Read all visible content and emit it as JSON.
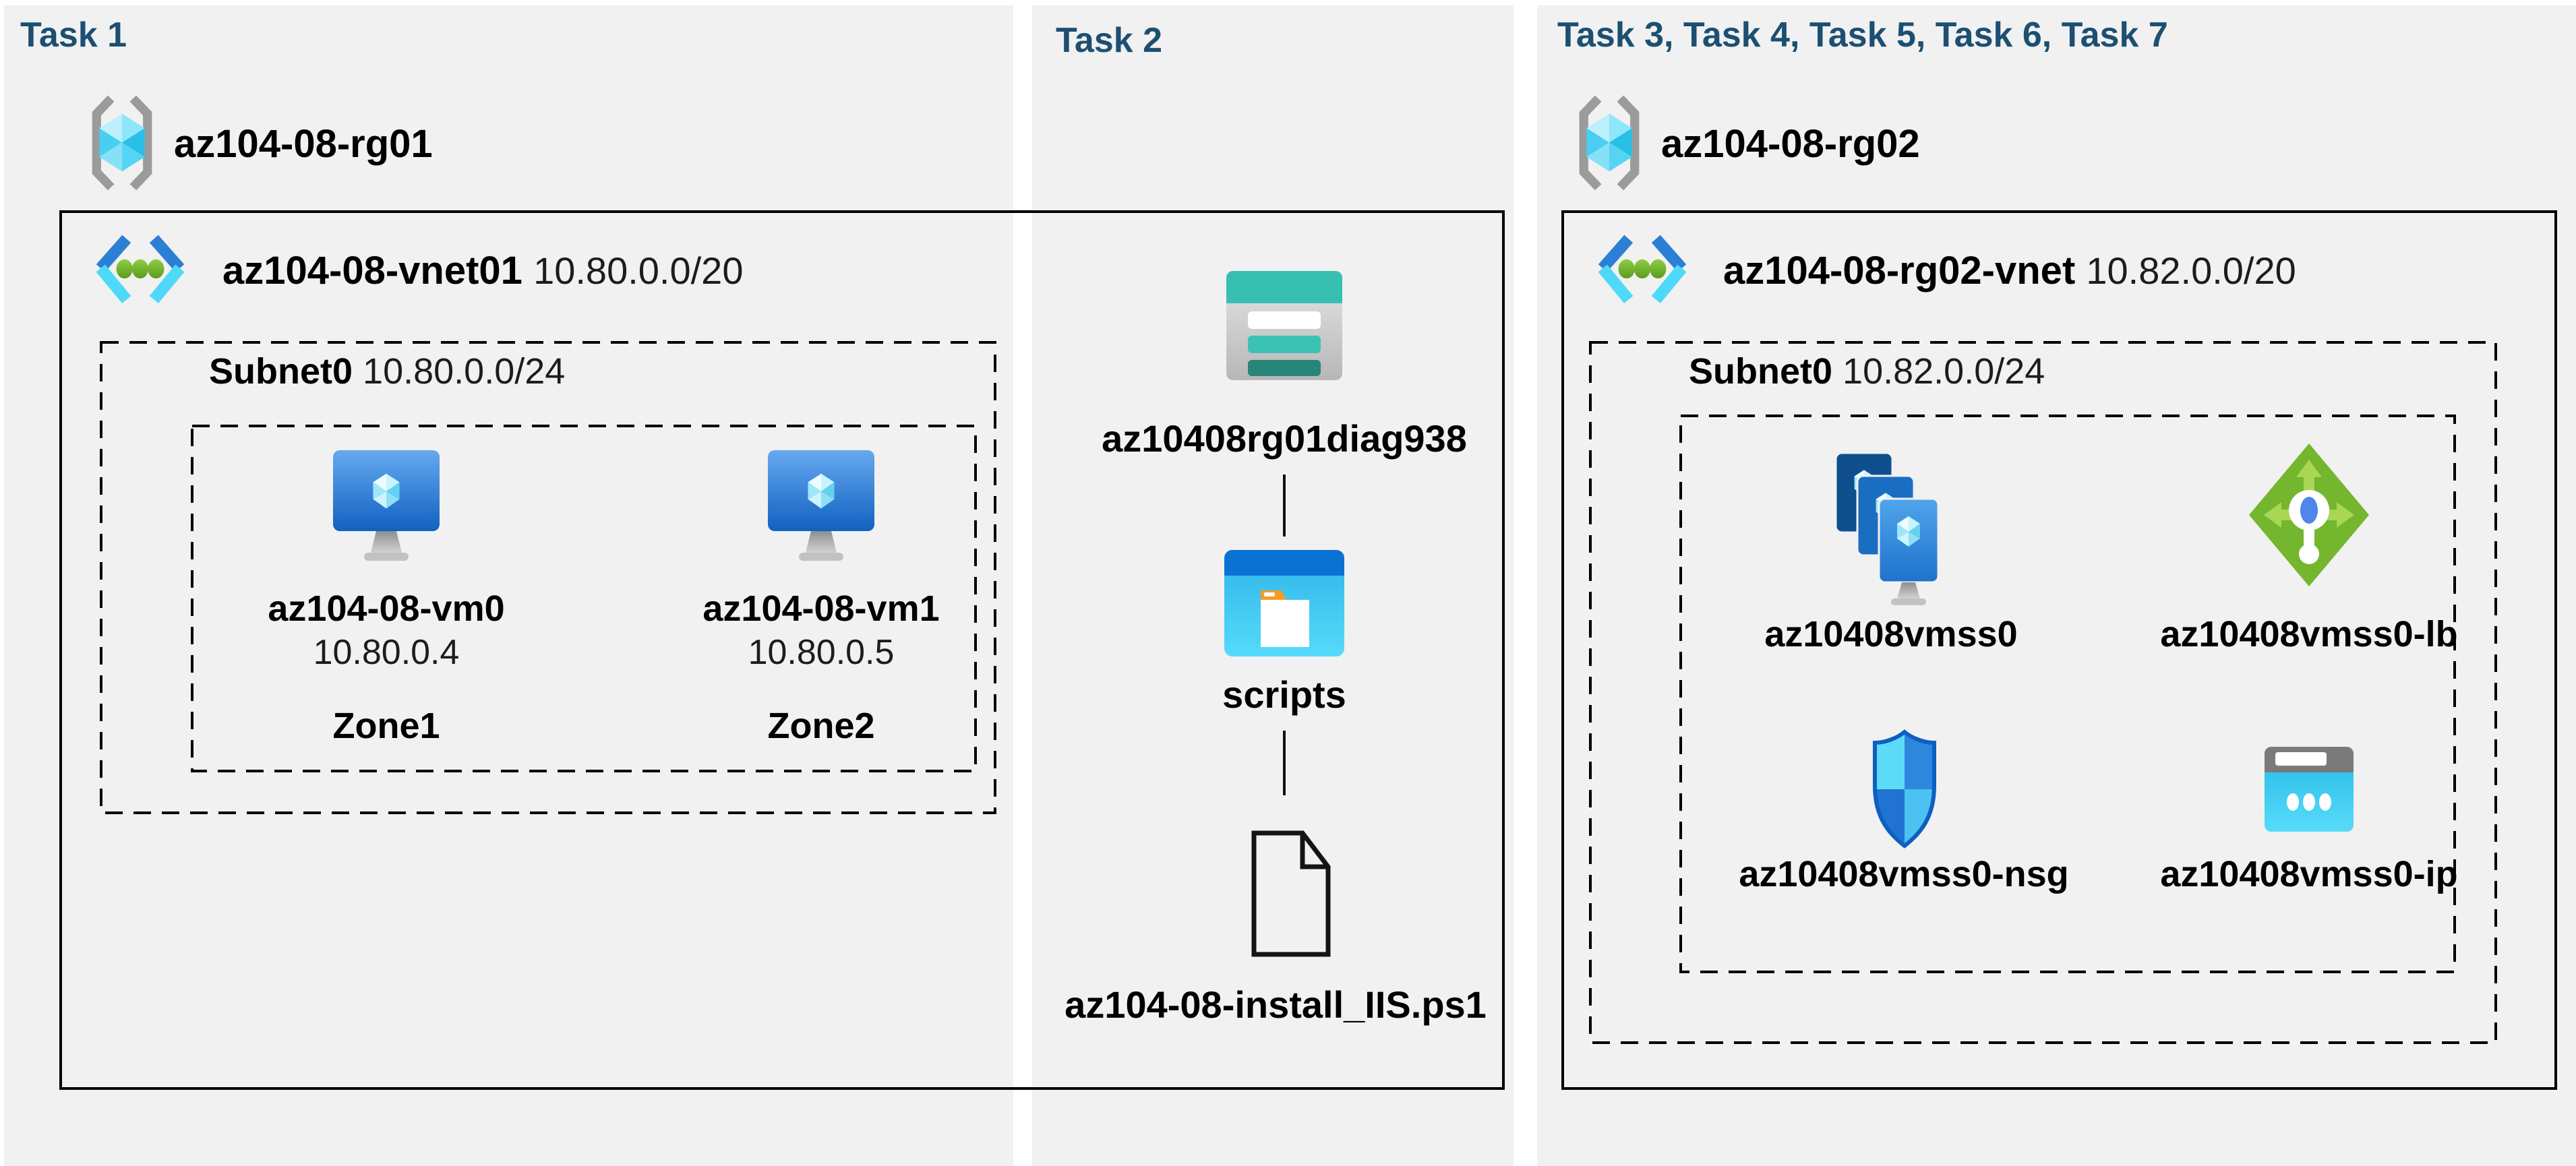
{
  "colors": {
    "page_background": "#ffffff",
    "panel_background": "#f1f1f1",
    "task_title": "#1c4f72",
    "diagram_line": "#000000",
    "vnet_blue": "#2b7fd4",
    "vnet_cyan": "#4fd9f8",
    "green": "#74b62e",
    "teal": "#37c0b1"
  },
  "task1": {
    "title": "Task 1",
    "resource_group": "az104-08-rg01",
    "vnet_name": "az104-08-vnet01",
    "vnet_cidr": "10.80.0.0/20",
    "subnet_name": "Subnet0",
    "subnet_cidr": "10.80.0.0/24",
    "vms": [
      {
        "name": "az104-08-vm0",
        "ip": "10.80.0.4",
        "zone": "Zone1"
      },
      {
        "name": "az104-08-vm1",
        "ip": "10.80.0.5",
        "zone": "Zone2"
      }
    ]
  },
  "task2": {
    "title": "Task 2",
    "storage_account": "az10408rg01diag938",
    "container": "scripts",
    "script_file": "az104-08-install_IIS.ps1"
  },
  "task37": {
    "title": "Task 3, Task 4, Task 5, Task 6, Task 7",
    "resource_group": "az104-08-rg02",
    "vnet_name": "az104-08-rg02-vnet",
    "vnet_cidr": "10.82.0.0/20",
    "subnet_name": "Subnet0",
    "subnet_cidr": "10.82.0.0/24",
    "vmss": "az10408vmss0",
    "load_balancer": "az10408vmss0-lb",
    "nsg": "az10408vmss0-nsg",
    "public_ip": "az10408vmss0-ip"
  },
  "icons": {
    "resource_group": "resource-group-icon",
    "virtual_network": "vnet-icon",
    "virtual_machine": "vm-icon",
    "storage_account": "storage-account-icon",
    "blob_container": "blob-container-icon",
    "script_file": "file-icon",
    "vm_scale_set": "vmss-icon",
    "load_balancer": "load-balancer-icon",
    "network_security_group": "nsg-icon",
    "public_ip": "public-ip-icon"
  }
}
